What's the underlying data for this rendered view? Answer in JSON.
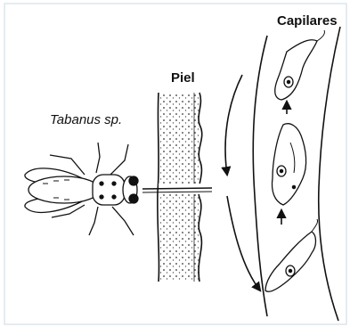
{
  "labels": {
    "capilares": "Capilares",
    "piel": "Piel",
    "tabanus": "Tabanus sp."
  },
  "colors": {
    "border": "#c9d8e6",
    "ink": "#111111",
    "background": "#ffffff"
  },
  "icons": [
    "tabanus-fly-drawing",
    "skin-layer-drawing",
    "capillary-vessel-drawing",
    "trypanosome-cell-drawing",
    "flow-arrow-icon"
  ]
}
